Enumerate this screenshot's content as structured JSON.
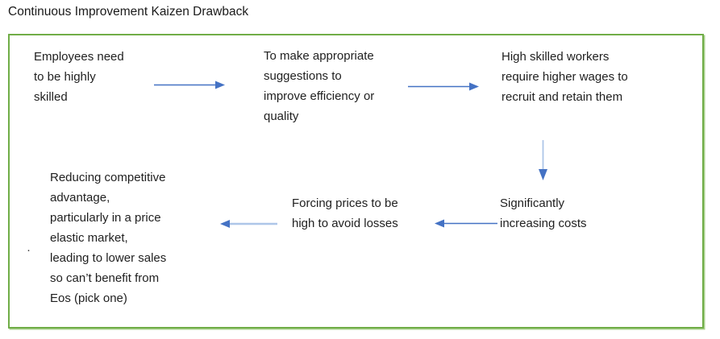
{
  "title": "Continuous Improvement Kaizen Drawback",
  "colors": {
    "frame_border_green": "#70AD47",
    "frame_border_green_light": "#A9D18E",
    "arrow_blue": "#4472C4",
    "arrow_light_blue": "#AEC6E8",
    "text": "#1F1F1F"
  },
  "diagram": {
    "nodes": [
      {
        "id": "employees",
        "text": "Employees need\nto be highly\nskilled"
      },
      {
        "id": "suggestions",
        "text": "To make appropriate\nsuggestions to\nimprove efficiency or\nquality"
      },
      {
        "id": "wages",
        "text": "High skilled workers\nrequire higher wages to\nrecruit and retain them"
      },
      {
        "id": "costs",
        "text": "Significantly\nincreasing costs"
      },
      {
        "id": "prices",
        "text": "Forcing prices to be\nhigh to avoid losses"
      },
      {
        "id": "advantage",
        "text": "Reducing competitive\nadvantage,\nparticularly in a price\nelastic market,\nleading to lower sales\nso can’t benefit from\nEos (pick one)",
        "bullet": "·"
      }
    ],
    "connectors": [
      {
        "from": "employees",
        "to": "suggestions",
        "direction": "right"
      },
      {
        "from": "suggestions",
        "to": "wages",
        "direction": "right"
      },
      {
        "from": "wages",
        "to": "costs",
        "direction": "down"
      },
      {
        "from": "costs",
        "to": "prices",
        "direction": "left"
      },
      {
        "from": "prices",
        "to": "advantage",
        "direction": "left"
      }
    ]
  }
}
